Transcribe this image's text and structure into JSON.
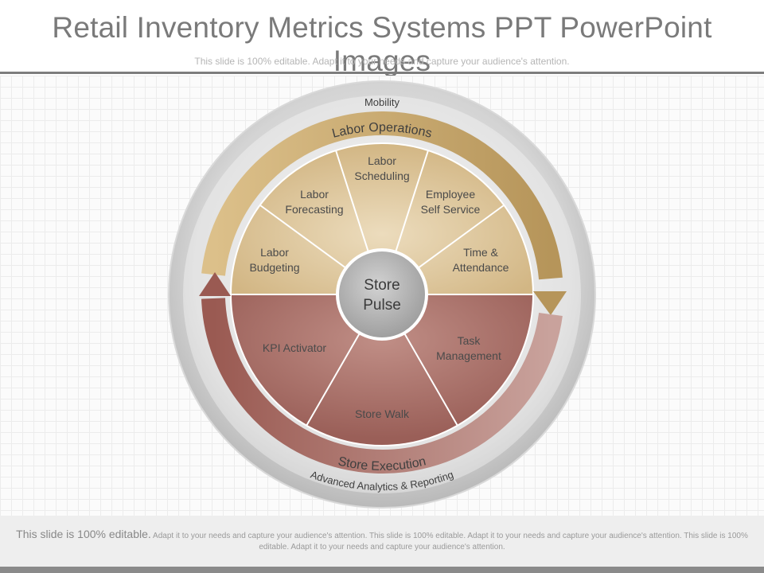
{
  "header": {
    "title": "Retail Inventory Metrics Systems PPT PowerPoint Images",
    "subtitle": "This slide is 100% editable. Adapt it to your needs and capture your audience's attention."
  },
  "diagram": {
    "outer_ring_top": "Mobility",
    "outer_ring_bottom": "Advanced Analytics & Reporting",
    "top_arc_label": "Labor Operations",
    "bottom_arc_label": "Store Execution",
    "hub": [
      "Store",
      "Pulse"
    ],
    "top_segments": [
      {
        "lines": [
          "Labor",
          "Budgeting"
        ]
      },
      {
        "lines": [
          "Labor",
          "Forecasting"
        ]
      },
      {
        "lines": [
          "Labor",
          "Scheduling"
        ]
      },
      {
        "lines": [
          "Employee",
          "Self Service"
        ]
      },
      {
        "lines": [
          "Time &",
          "Attendance"
        ]
      }
    ],
    "bottom_segments": [
      {
        "lines": [
          "KPI Activator"
        ]
      },
      {
        "lines": [
          "Store Walk"
        ]
      },
      {
        "lines": [
          "Task",
          "Management"
        ]
      }
    ],
    "colors": {
      "labor": "#d9c196",
      "labor_arc": "#c1a368",
      "execution": "#a8726b",
      "execution_arc": "#9a5d55",
      "outer_ring": "#c9c9c9",
      "hub": "#b5b5b5"
    }
  },
  "footer": {
    "lead": "This slide is 100% editable.",
    "body": "Adapt it to your needs and capture your audience's attention. This slide is 100% editable. Adapt it to your needs and capture your audience's attention. This slide is 100% editable. Adapt it to your needs and capture your audience's attention."
  }
}
